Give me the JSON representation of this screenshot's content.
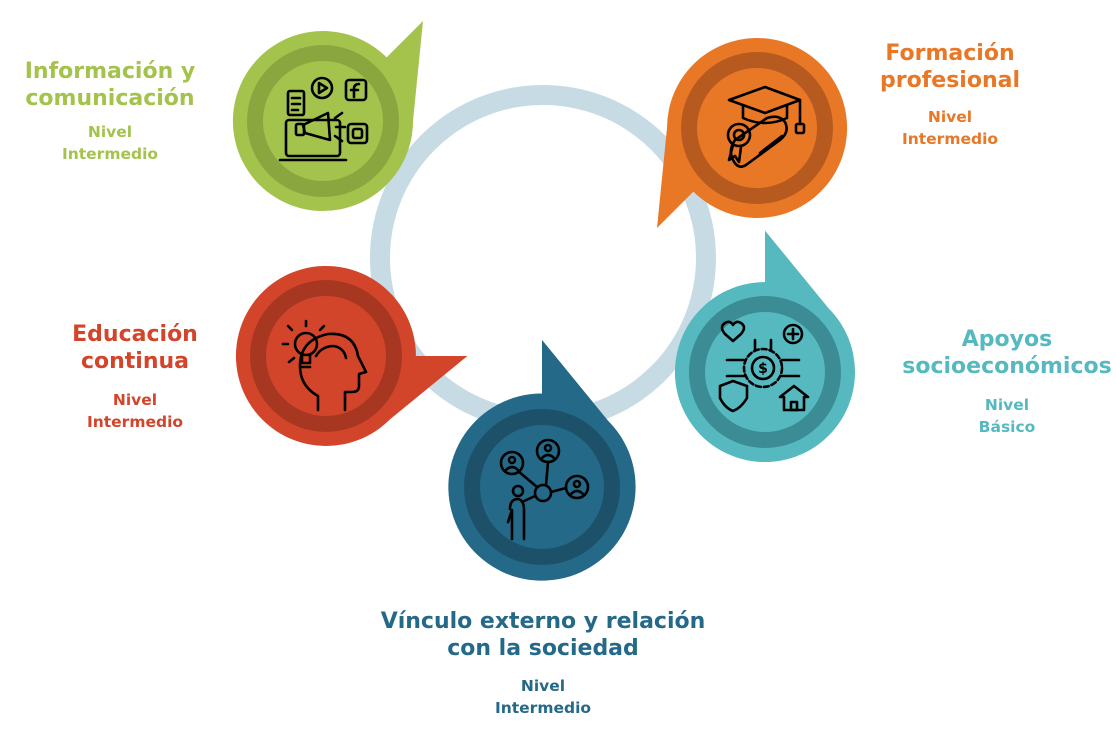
{
  "colors": {
    "ring": "#c6dbe4",
    "info": "#a4c34d",
    "formacion": "#e87726",
    "educacion": "#d2452a",
    "apoyos": "#56b9c0",
    "vinculo": "#256988",
    "icon_stroke": "#000000"
  },
  "areas": {
    "info": {
      "title_1": "Información y",
      "title_2": "comunicación",
      "level_1": "Nivel",
      "level_2": "Intermedio",
      "icon": "megaphone-social-media-icon"
    },
    "formacion": {
      "title_1": "Formación",
      "title_2": "profesional",
      "level_1": "Nivel",
      "level_2": "Intermedio",
      "icon": "graduation-cap-diploma-icon"
    },
    "educacion": {
      "title_1": "Educación",
      "title_2": "continua",
      "level_1": "Nivel",
      "level_2": "Intermedio",
      "icon": "head-lightbulb-icon"
    },
    "apoyos": {
      "title_1": "Apoyos",
      "title_2": "socioeconómicos",
      "level_1": "Nivel",
      "level_2": "Básico",
      "icon": "socioeconomic-gear-icon"
    },
    "vinculo": {
      "title_1": "Vínculo externo y relación",
      "title_2": "con la sociedad",
      "level_1": "Nivel",
      "level_2": "Intermedio",
      "icon": "network-people-icon"
    }
  }
}
